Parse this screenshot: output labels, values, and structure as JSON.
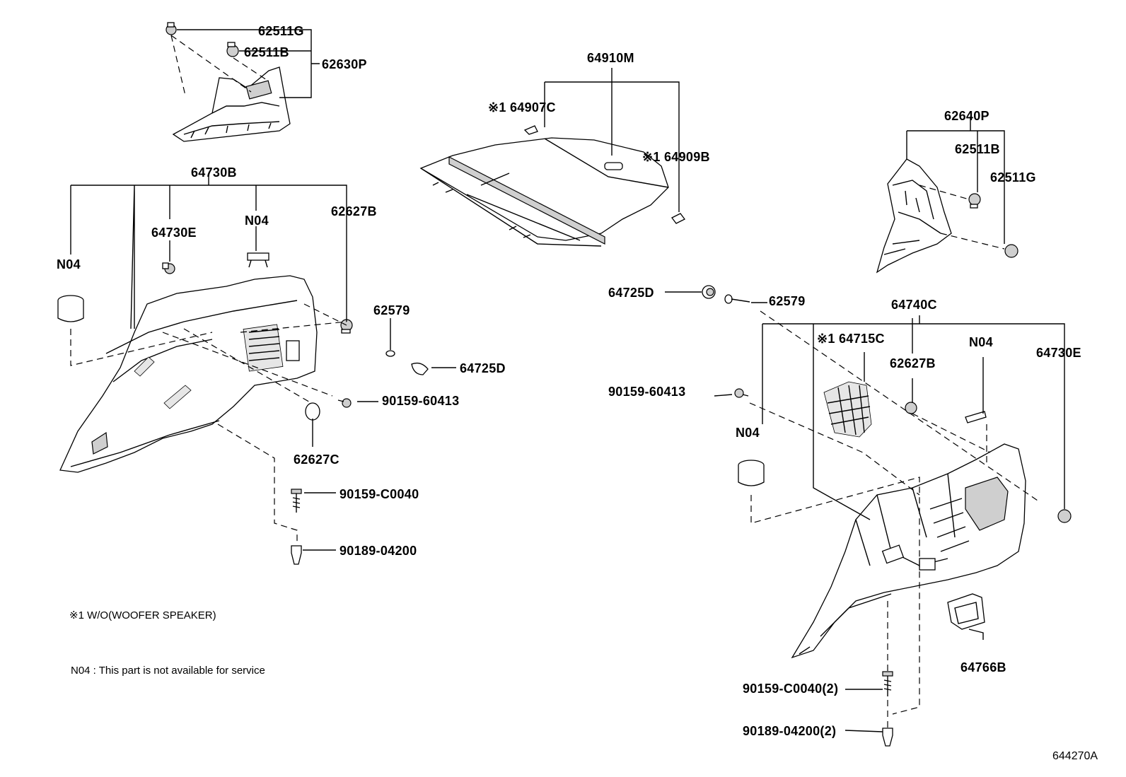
{
  "diagram": {
    "labels": {
      "p62511G_top": "62511G",
      "p62511B_top": "62511B",
      "p62630P": "62630P",
      "p64910M": "64910M",
      "p64907C": "※1 64907C",
      "p64909B": "※1 64909B",
      "p62640P": "62640P",
      "p62511B_r": "62511B",
      "p62511G_r": "62511G",
      "p64730B": "64730B",
      "p62627B_l": "62627B",
      "p64730E_l": "64730E",
      "p N04_l1": "N04",
      "pN04_l2": "N04",
      "p62579_l": "62579",
      "p64725D_l": "64725D",
      "p90159_60413_l": "90159-60413",
      "p62627C": "62627C",
      "p90159_C0040_l": "90159-C0040",
      "p90189_04200_l": "90189-04200",
      "p64725D_r": "64725D",
      "p62579_r": "62579",
      "p64740C": "64740C",
      "p64715C": "※1 64715C",
      "pN04_r1": "N04",
      "p64730E_r": "64730E",
      "p90159_60413_r": "90159-60413",
      "p62627B_r": "62627B",
      "pN04_r2": "N04",
      "p64766B": "64766B",
      "p90159_C0040_r": "90159-C0040(2)",
      "p90189_04200_r": "90189-04200(2)"
    },
    "notes": {
      "woofer": "※1 W/O(WOOFER SPEAKER)",
      "n04": "N04 : This part is not available for service"
    },
    "reference": "644270A"
  }
}
